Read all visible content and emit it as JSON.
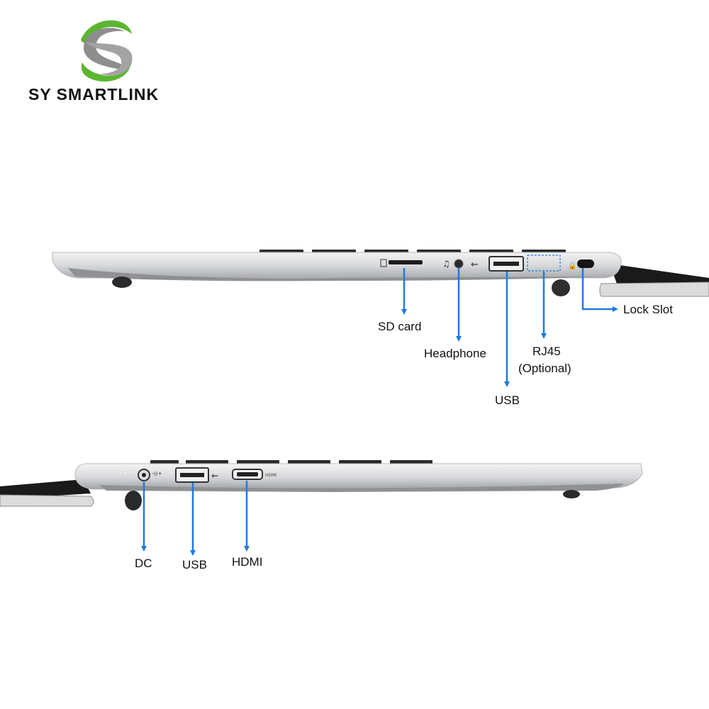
{
  "brand": {
    "name": "SY SMARTLINK",
    "colors": {
      "green": "#5cb531",
      "gray": "#8e8e8e",
      "text": "#111111"
    }
  },
  "accent": {
    "arrow": "#1d7be0"
  },
  "right_side": {
    "labels": {
      "sd_card": "SD card",
      "headphone": "Headphone",
      "usb": "USB",
      "rj45": "RJ45",
      "rj45_note": "(Optional)",
      "lock_slot": "Lock Slot"
    }
  },
  "left_side": {
    "labels": {
      "dc": "DC",
      "usb": "USB",
      "hdmi": "HDMI"
    },
    "engraved": {
      "hdmi_mark": "HDMI"
    }
  }
}
